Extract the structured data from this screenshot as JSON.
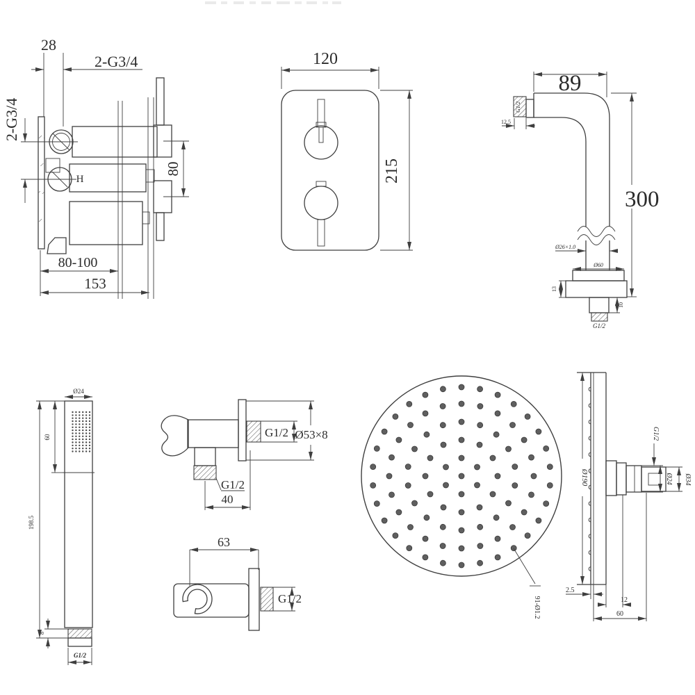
{
  "colors": {
    "line": "#3f3f3f",
    "text": "#2b2b2b",
    "background": "#ffffff",
    "nozzle": "#5f5f5f"
  },
  "valve_side": {
    "dim_offset": "28",
    "thread_top": "2-G3/4",
    "thread_left": "2-G3/4",
    "hot_marker": "H",
    "dim_port_spacing": "80",
    "dim_depth_range": "80-100",
    "dim_total_depth": "153"
  },
  "valve_front": {
    "dim_width": "120",
    "dim_height": "215"
  },
  "shower_arm": {
    "dim_reach": "89",
    "dim_drop": "300",
    "thread_wall": "G1/2",
    "dim_thread_len": "12.5",
    "tube_spec": "Ø26×1.0",
    "flange_dia": "Ø60",
    "flange_depth": "13",
    "stub_len": "10",
    "thread_outlet": "G1/2"
  },
  "hand_shower": {
    "dim_dia": "Ø24",
    "dim_spray_len": "60",
    "dim_total_len": "198.5",
    "dim_thread_len": "8",
    "thread": "G1/2"
  },
  "outlet_holder": {
    "thread_wall": "G1/2",
    "flange_spec": "Ø53×8",
    "thread_bottom": "G1/2",
    "dim_offset": "40"
  },
  "bracket": {
    "dim_reach": "63",
    "thread": "G1/2"
  },
  "head_face": {
    "nozzle_spec": "91-Ø1.2",
    "nozzle_count": 91
  },
  "head_side": {
    "dim_dia": "Ø190",
    "thread": "G1/2",
    "dim_neck": "Ø24",
    "dim_ball": "Ø34",
    "dim_face_thickness": "2.5",
    "dim_collar": "12",
    "dim_depth": "60"
  }
}
